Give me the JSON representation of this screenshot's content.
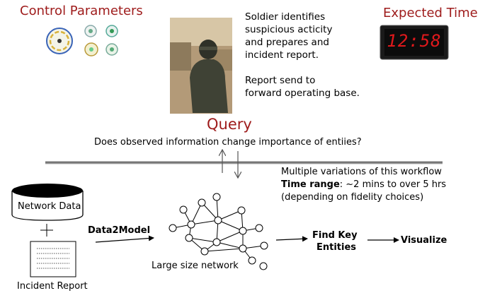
{
  "header": {
    "control_parameters": "Control Parameters",
    "expected_time": "Expected Time",
    "clock_value": "12:58"
  },
  "scenario": {
    "line1": "Soldier identifies",
    "line2": "suspicious acticity",
    "line3": "and prepares and",
    "line4": "incident report.",
    "line5": "Report send to",
    "line6": "forward operating base."
  },
  "query": {
    "title": "Query",
    "question": "Does observed information change importance of entiies?"
  },
  "workflow_note": {
    "line1": "Multiple variations of this workflow",
    "time_label": "Time range",
    "time_value": ": ~2 mins to over 5 hrs",
    "line3": "(depending on fidelity choices)"
  },
  "pipeline": {
    "network_data": "Network Data",
    "plus": "+",
    "incident_report": "Incident Report",
    "data2model": "Data2Model",
    "network_caption": "Large size network",
    "find_key_1": "Find Key",
    "find_key_2": "Entities",
    "visualize": "Visualize"
  },
  "colors": {
    "title_red": "#9e1b1b",
    "clock_bg": "#1a1a1a",
    "clock_digits": "#e0191c"
  }
}
